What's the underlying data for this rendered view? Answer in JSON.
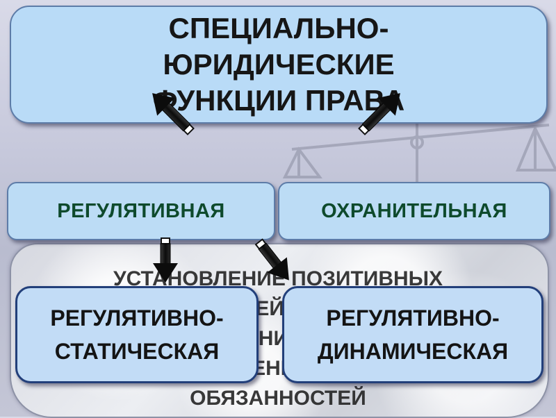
{
  "title": "СПЕЦИАЛЬНО-\nЮРИДИЧЕСКИЕ\nФУНКЦИИ ПРАВА",
  "title_lines": [
    "СПЕЦИАЛЬНО-",
    "ЮРИДИЧЕСКИЕ",
    "ФУНКЦИИ ПРАВА"
  ],
  "branches": {
    "left": "РЕГУЛЯТИВНАЯ",
    "right": "ОХРАНИТЕЛЬНАЯ"
  },
  "subtypes": {
    "left": {
      "line1": "РЕГУЛЯТИВНО-",
      "line2": "СТАТИЧЕСКАЯ"
    },
    "right": {
      "line1": "РЕГУЛЯТИВНО-",
      "line2": "ДИНАМИЧЕСКАЯ"
    }
  },
  "background_text": {
    "line1": "УСТАНОВЛЕНИЕ ПОЗИТИВНЫХ",
    "line2": "ОБЯЗАННОСТЕЙ, ПОРОЖДЕНИЕ",
    "line3": "ПРАВООТНОШЕНИЙ, ВОЗЛОЖЕНИЕ",
    "line4": "ПРАВ И ВОЗЛОЖЕНИЕ ЮРИДИЧЕСКИХ",
    "line5": "ОБЯЗАННОСТЕЙ"
  },
  "colors": {
    "box_fill": "#bcdcf5",
    "box_border": "#5d7ca8",
    "branch_text": "#0e4a2c",
    "arrow": "#111111"
  }
}
